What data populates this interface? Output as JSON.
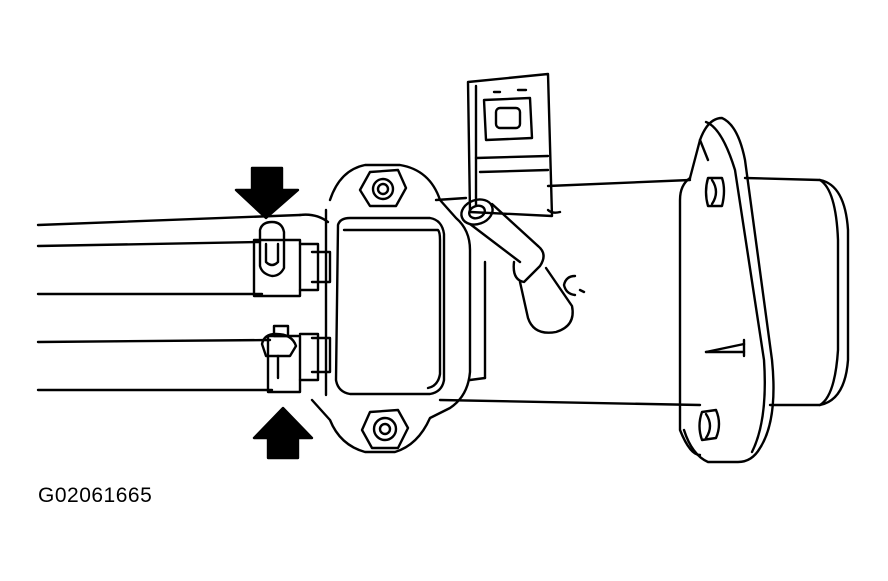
{
  "figure": {
    "id_label": "G02061665"
  },
  "callouts": [
    {
      "name": "upper-arrow",
      "direction": "down"
    },
    {
      "name": "lower-arrow",
      "direction": "up"
    }
  ],
  "colors": {
    "ink": "#000000",
    "background": "#ffffff"
  }
}
